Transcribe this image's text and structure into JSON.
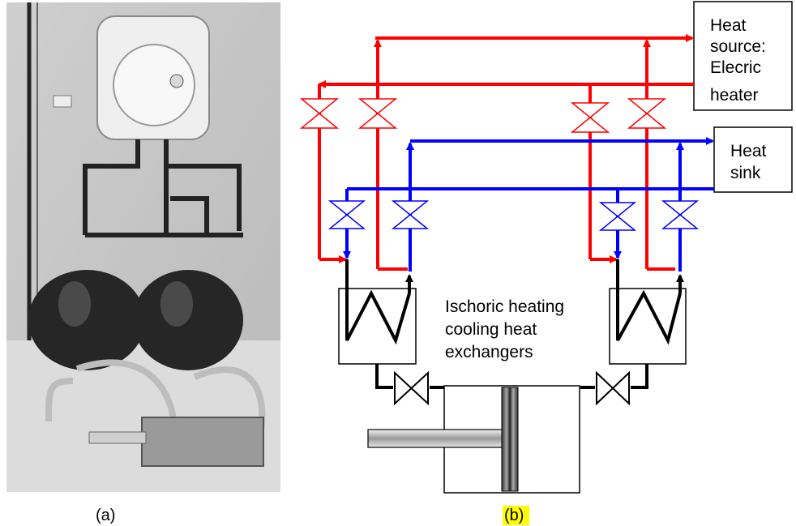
{
  "captions": {
    "a": "(a)",
    "b": "(b)"
  },
  "heat_source": {
    "line1": "Heat",
    "line2": "source:",
    "line3": "Elecric",
    "line4": "heater"
  },
  "heat_sink": {
    "line1": "Heat",
    "line2": "sink"
  },
  "exchangers_label": {
    "line1": "Ischoric heating",
    "line2": "cooling heat",
    "line3": "exchangers"
  },
  "colors": {
    "hot": "#ff0000",
    "cold": "#0000ff",
    "fluid": "#000000",
    "caption_highlight": "#ffff00"
  }
}
